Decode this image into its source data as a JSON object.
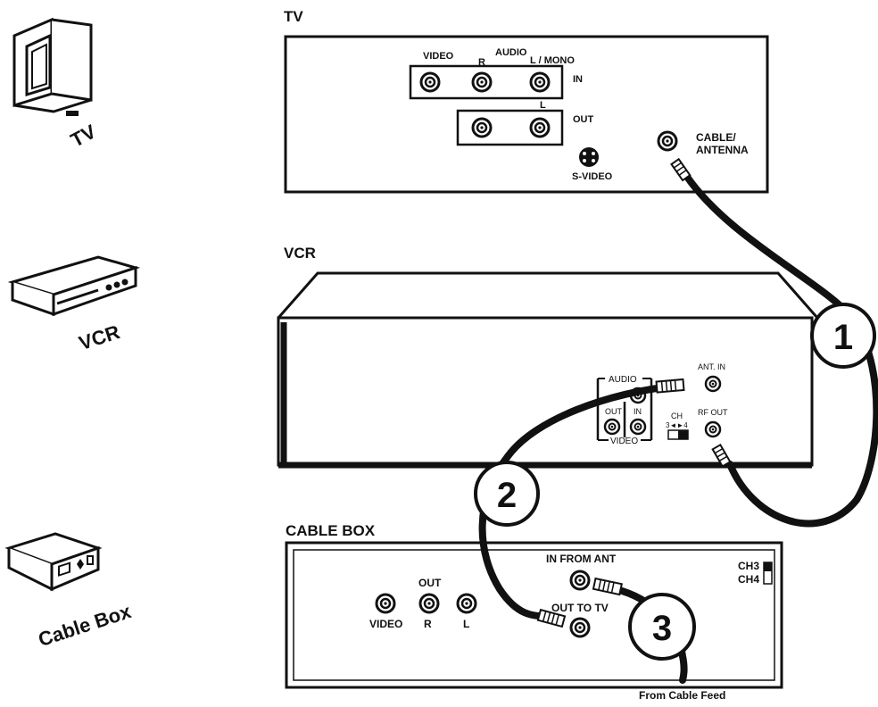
{
  "icons": {
    "tv_label": "TV",
    "vcr_label": "VCR",
    "cablebox_label": "Cable Box"
  },
  "tv_panel": {
    "title": "TV",
    "video": "VIDEO",
    "audio": "AUDIO",
    "r": "R",
    "l_mono": "L / MONO",
    "in": "IN",
    "l": "L",
    "out": "OUT",
    "svideo": "S-VIDEO",
    "cable_antenna_1": "CABLE/",
    "cable_antenna_2": "ANTENNA"
  },
  "vcr_panel": {
    "title": "VCR",
    "audio": "AUDIO",
    "out": "OUT",
    "in": "IN",
    "video": "VIDEO",
    "ant_in": "ANT. IN",
    "ch": "CH",
    "ch_range": "3◄►4",
    "rf_out": "RF OUT"
  },
  "cablebox_panel": {
    "title": "CABLE BOX",
    "in_from_ant": "IN FROM ANT",
    "out_to_tv": "OUT TO TV",
    "out": "OUT",
    "video": "VIDEO",
    "r": "R",
    "l": "L",
    "ch3": "CH3",
    "ch4": "CH4"
  },
  "steps": [
    "1",
    "2",
    "3"
  ],
  "feed_label": "From Cable Feed"
}
